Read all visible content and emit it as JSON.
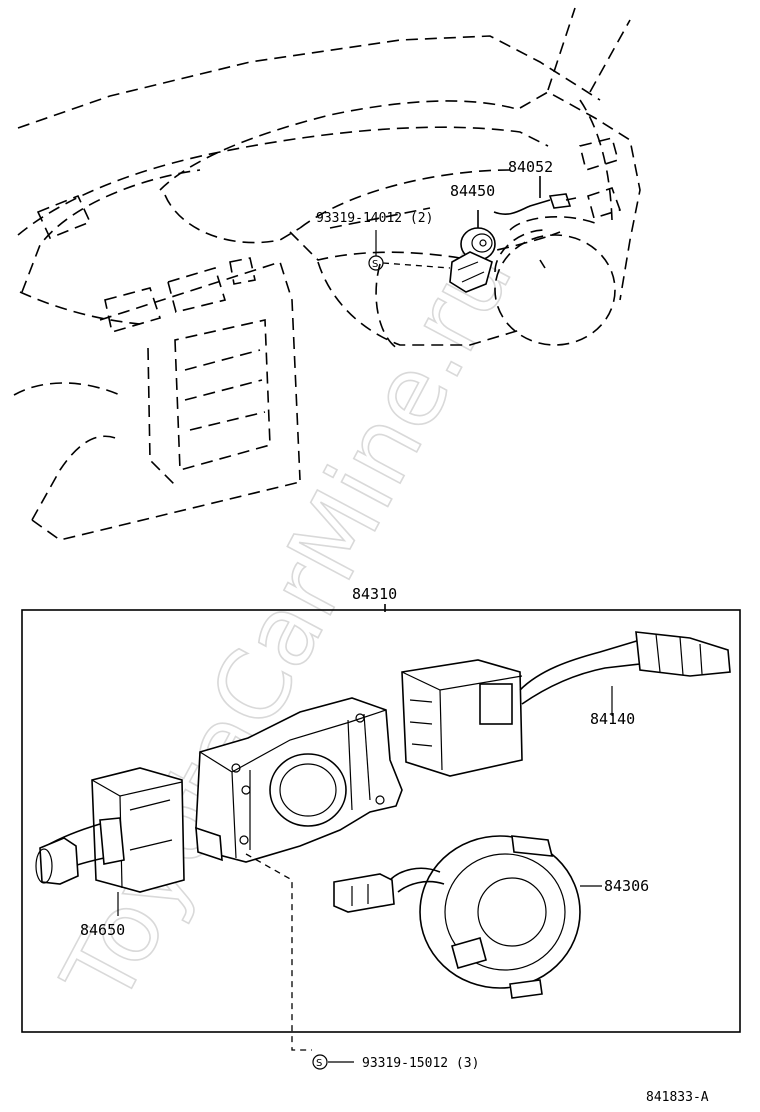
{
  "watermark": "ToyotaCarMine.ru",
  "callouts": {
    "p84052": "84052",
    "p84450": "84450",
    "bolt_upper": "93319-14012 (2)",
    "p84310": "84310",
    "p84140": "84140",
    "p84306": "84306",
    "p84650": "84650",
    "bolt_lower": "93319-15012 (3)",
    "bolt_symbol": "S"
  },
  "figure_id": "841833-A"
}
